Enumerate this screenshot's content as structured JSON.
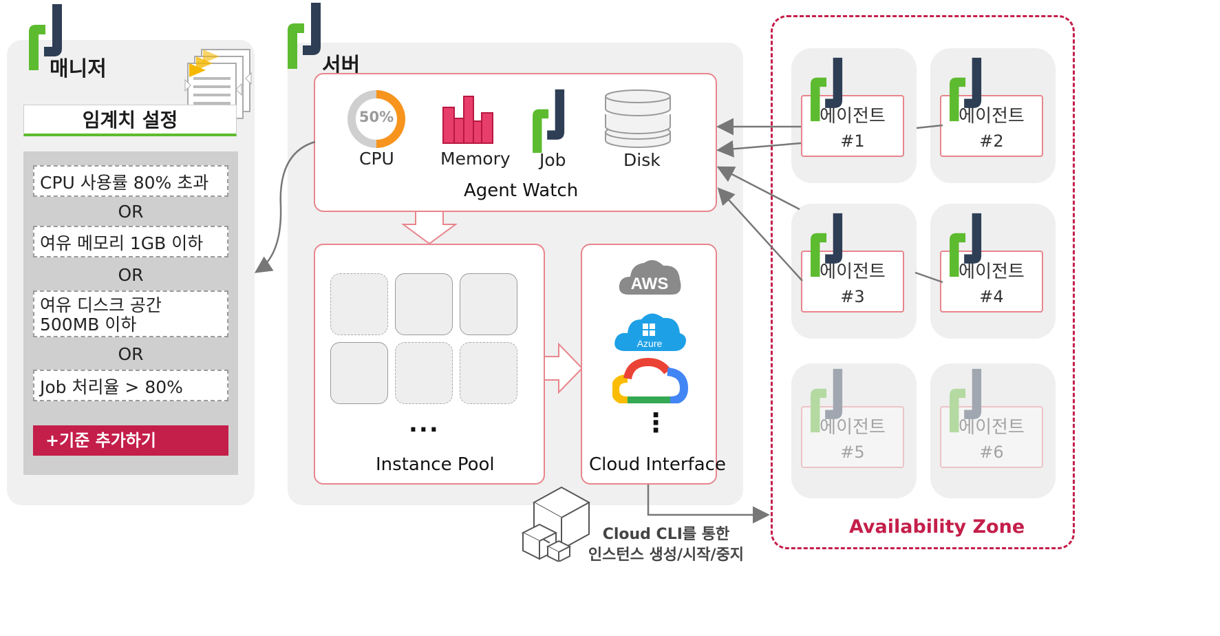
{
  "manager": {
    "title": "매니저",
    "threshold_title": "임계치 설정",
    "criteria": [
      "CPU 사용률 80% 초과",
      "여유 메모리 1GB 이하",
      "여유 디스크 공간 500MB 이하",
      "Job 처리율 > 80%"
    ],
    "or_label": "OR",
    "add_button": "+기준 추가하기"
  },
  "server": {
    "title": "서버",
    "agent_watch": {
      "title": "Agent Watch",
      "cpu_badge": "50%",
      "cpu_label": "CPU",
      "memory_label": "Memory",
      "job_label": "Job",
      "disk_label": "Disk"
    },
    "instance_pool": {
      "title": "Instance Pool",
      "ellipsis": "..."
    },
    "cloud_interface": {
      "title": "Cloud Interface",
      "aws": "AWS",
      "azure": "Azure",
      "ellipsis": "⋮"
    }
  },
  "cli_note": [
    "Cloud CLI를 통한",
    "인스턴스 생성/시작/중지"
  ],
  "availability_zone": {
    "title": "Availability Zone",
    "agents": [
      {
        "label": "에이전트",
        "num": "#1"
      },
      {
        "label": "에이전트",
        "num": "#2"
      },
      {
        "label": "에이전트",
        "num": "#3"
      },
      {
        "label": "에이전트",
        "num": "#4"
      },
      {
        "label": "에이전트",
        "num": "#5"
      },
      {
        "label": "에이전트",
        "num": "#6"
      }
    ]
  },
  "colors": {
    "brand_green": "#5dbb2f",
    "brand_navy": "#2e3e55",
    "accent_red": "#c41e4a",
    "border_pink": "#e8848c"
  }
}
